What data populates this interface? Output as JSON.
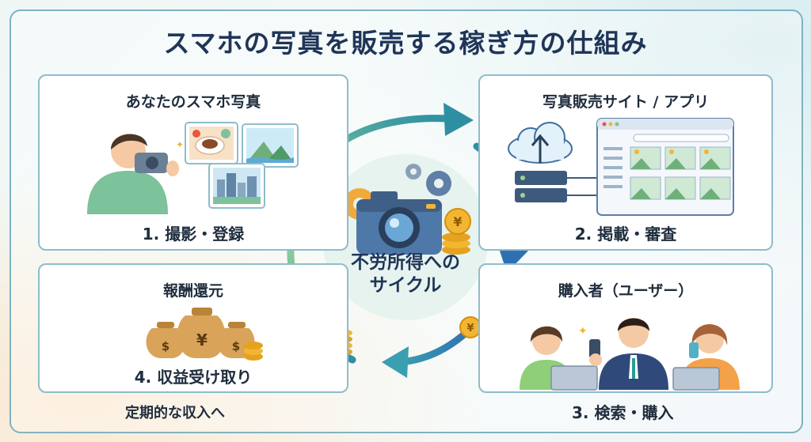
{
  "title": "スマホの写真を販売する稼ぎ方の仕組み",
  "center": {
    "line1": "不労所得への",
    "line2": "サイクル"
  },
  "panels": {
    "photos": {
      "title": "あなたのスマホ写真",
      "step": "1. 撮影・登録"
    },
    "site": {
      "title": "写真販売サイト / アプリ",
      "step": "2. 掲載・審査"
    },
    "buyers": {
      "title": "購入者（ユーザー）",
      "step": "3. 検索・購入"
    },
    "reward": {
      "title": "報酬還元",
      "step": "4. 収益受け取り"
    }
  },
  "footer_note": "定期的な収入へ",
  "currency_symbol": "¥",
  "dollar_symbol": "$",
  "colors": {
    "teal": "#2e8fa3",
    "blue": "#2f6fb3",
    "green": "#7cc29a",
    "gold": "#f2b632",
    "navy": "#1f3558"
  }
}
